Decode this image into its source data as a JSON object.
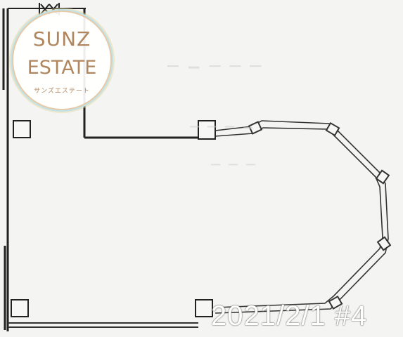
{
  "logo": {
    "line1": "SUNZ",
    "line2": "ESTATE",
    "line3": "サンズエステート"
  },
  "stamp": {
    "date_label": "2021/2/1 #4"
  }
}
